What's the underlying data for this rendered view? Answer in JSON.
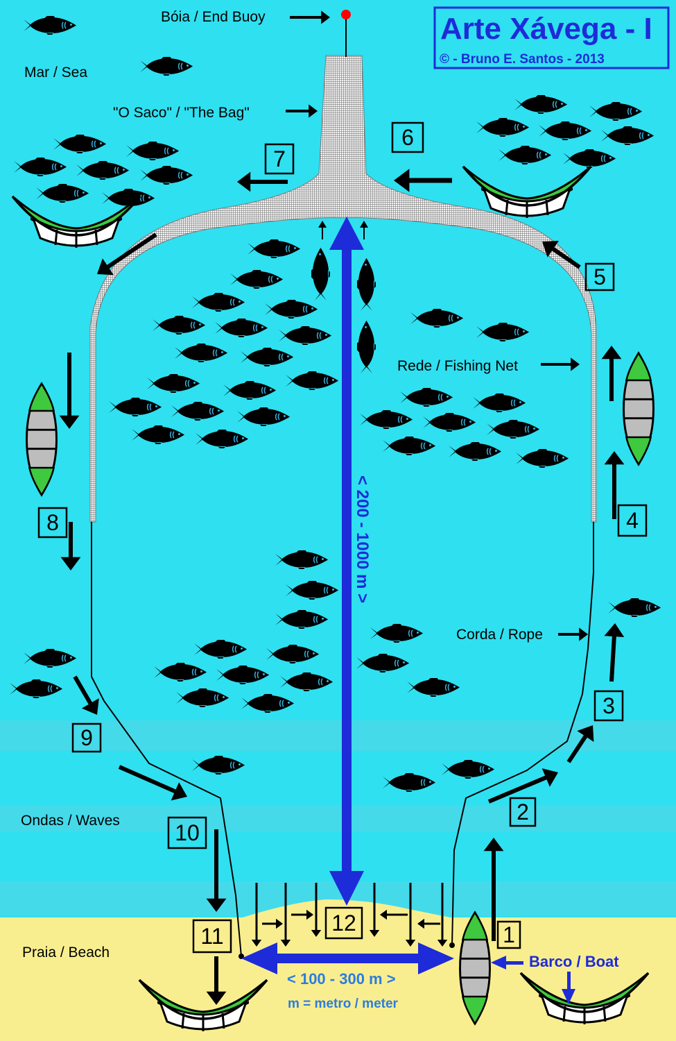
{
  "title": "Arte Xávega - I",
  "copyright": "© - Bruno E. Santos - 2013",
  "labels": {
    "end_buoy": "Bóia / End Buoy",
    "sea": "Mar / Sea",
    "bag": "\"O Saco\" / \"The Bag\"",
    "net": "Rede / Fishing Net",
    "rope": "Corda / Rope",
    "waves": "Ondas / Waves",
    "beach": "Praia / Beach",
    "boat": "Barco / Boat",
    "length": "< 200 - 1000 m >",
    "width": "< 100 - 300 m >",
    "unit": "m = metro / meter"
  },
  "steps": [
    "1",
    "2",
    "3",
    "4",
    "5",
    "6",
    "7",
    "8",
    "9",
    "10",
    "11",
    "12"
  ],
  "colors": {
    "sea": "#2fe0f0",
    "beach": "#f9ee8f",
    "dimension": "#1e2bd8",
    "boat_green": "#3ec93e",
    "boat_gray": "#bdbdbd",
    "buoy": "#ff0000"
  },
  "icons": [
    "fish-icon",
    "boat-icon",
    "buoy-icon",
    "arrow-icon"
  ]
}
